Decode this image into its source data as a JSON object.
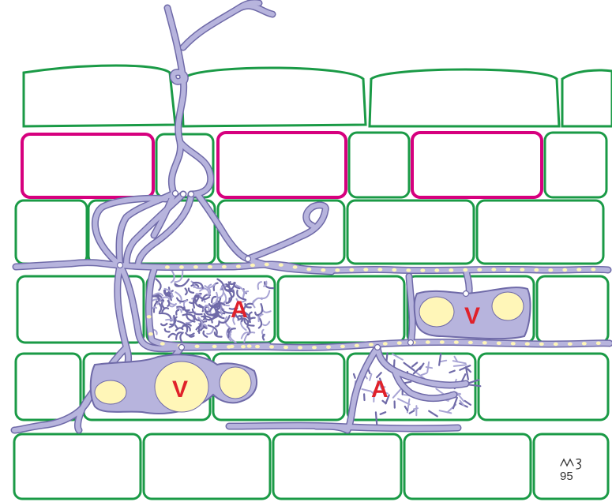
{
  "labels": {
    "arbuscule": "A",
    "vesicle": "V"
  },
  "signature": "95",
  "colors": {
    "cell_wall": "#1a9a46",
    "hypodermis_wall": "#d6007e",
    "hypha": "#b7b4dd",
    "hypha_outline": "#6f6aa8",
    "lipid": "#fff6b8",
    "label": "#e0212a"
  }
}
